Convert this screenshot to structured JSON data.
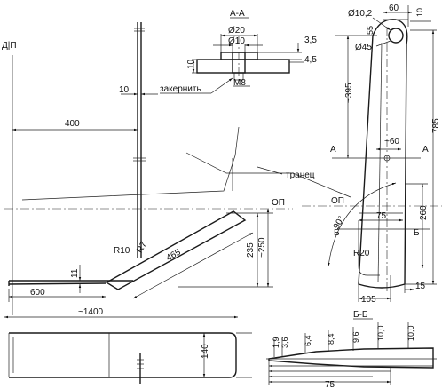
{
  "labels": {
    "dp": "Д|П",
    "section_aa": "А-А",
    "section_bb": "Б-Б",
    "zakernit": "закернить",
    "tranets": "транец",
    "op_left": "ОП",
    "op_right": "ОП",
    "cut_a_left": "А",
    "cut_a_right": "А",
    "cut_b_left": "Б",
    "cut_b_right": "Б"
  },
  "dims": {
    "d400": "400",
    "d10_top": "10",
    "d600": "600",
    "d1400": "~1400",
    "d11": "11",
    "r10": "R10",
    "r7": "R7",
    "d465": "465",
    "d235": "235",
    "d250": "~250",
    "d140": "140",
    "aa_d20": "Ø20",
    "aa_d10": "Ø10",
    "aa_35": "3,5",
    "aa_45": "4,5",
    "aa_10": "10",
    "aa_m8": "М8",
    "r_d102": "Ø10,2",
    "r_60": "60",
    "r_10": "10",
    "r_55": "55",
    "r_d45": "Ø45",
    "r_395": "~395",
    "r_785": "785",
    "r_60b": "~60",
    "r_75": "75",
    "r_260": "260",
    "r_90": "90°",
    "r_r20": "R20",
    "r_105": "105",
    "r_15": "15",
    "bb_19": "1,9",
    "bb_36": "3,6",
    "bb_64": "6,4",
    "bb_84": "8,4",
    "bb_96": "9,6",
    "bb_100a": "10,0",
    "bb_100b": "10,0",
    "bb_75": "75"
  }
}
